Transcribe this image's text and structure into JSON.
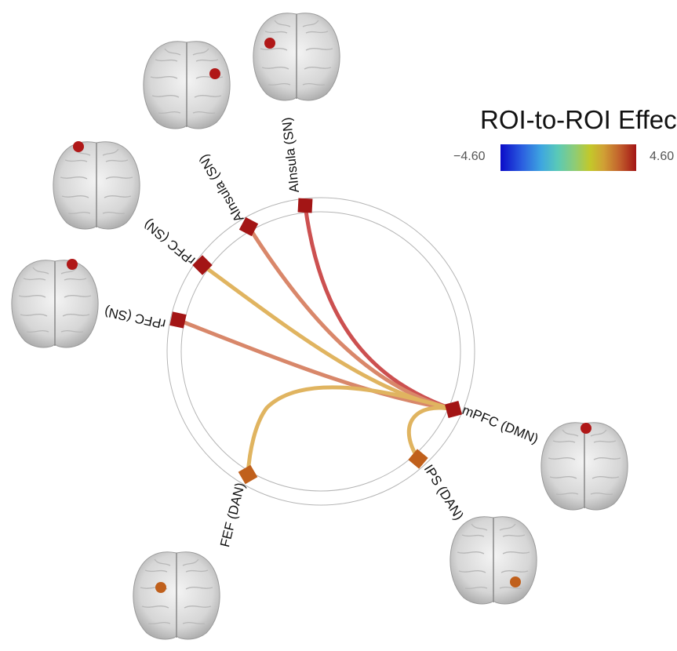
{
  "legend": {
    "title": "ROI-to-ROI Effects",
    "min_label": "−4.60",
    "max_label": "4.60",
    "colors": [
      "#0b0bc8",
      "#3ea6e0",
      "#8fcc74",
      "#c3c82a",
      "#c25f2c",
      "#a31515"
    ]
  },
  "nodes": [
    {
      "id": "ainsula-1",
      "label": "AInsula (SN)",
      "color": "#a31515"
    },
    {
      "id": "ainsula-2",
      "label": "AInsula (SN)",
      "color": "#a31515"
    },
    {
      "id": "rpfc-1",
      "label": "rPFC (SN)",
      "color": "#a31515"
    },
    {
      "id": "rpfc-2",
      "label": "rPFC (SN)",
      "color": "#a31515"
    },
    {
      "id": "mpfc",
      "label": "mPFC (DMN)",
      "color": "#a31515"
    },
    {
      "id": "ips",
      "label": "IPS (DAN)",
      "color": "#c0601c"
    },
    {
      "id": "fef",
      "label": "FEF (DAN)",
      "color": "#c0601c"
    }
  ],
  "connections": [
    {
      "from": "mPFC (DMN)",
      "to": "AInsula (SN)",
      "color": "#cc5050"
    },
    {
      "from": "mPFC (DMN)",
      "to": "AInsula (SN)",
      "color": "#d9876a"
    },
    {
      "from": "mPFC (DMN)",
      "to": "rPFC (SN)",
      "color": "#e0b460"
    },
    {
      "from": "mPFC (DMN)",
      "to": "rPFC (SN)",
      "color": "#d8876a"
    },
    {
      "from": "mPFC (DMN)",
      "to": "FEF (DAN)",
      "color": "#e0b460"
    },
    {
      "from": "mPFC (DMN)",
      "to": "IPS (DAN)",
      "color": "#e0b460"
    }
  ]
}
